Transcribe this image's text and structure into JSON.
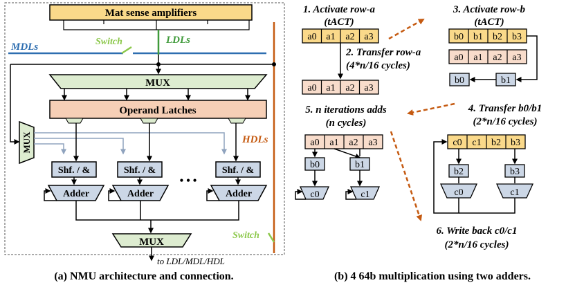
{
  "arch": {
    "sense_amp": "Mat sense amplifiers",
    "mdls": "MDLs",
    "ldls": "LDLs",
    "switch_top": "Switch",
    "switch_bottom": "Switch",
    "hdls": "HDLs",
    "mux_top": "MUX",
    "operand_latches": "Operand Latches",
    "mux_side": "MUX",
    "shf_and": "Shf. / &",
    "adder": "Adder",
    "ellipsis": "• • •",
    "mux_bottom": "MUX",
    "output_to": "to LDL/MDL/HDL",
    "caption": "(a) NMU architecture and connection."
  },
  "mult": {
    "step1_line1": "1. Activate row-a",
    "step1_line2": "(tACT)",
    "step2_line1": "2. Transfer row-a",
    "step2_line2": "(4*n/16 cycles)",
    "step3_line1": "3. Activate row-b",
    "step3_line2": "(tACT)",
    "step4_line1": "4. Transfer b0/b1",
    "step4_line2": "(2*n/16 cycles)",
    "step5_line1": "5. n iterations adds",
    "step5_line2": "(n cycles)",
    "step6_line1": "6. Write back c0/c1",
    "step6_line2": "(2*n/16 cycles)",
    "row_a": [
      "a0",
      "a1",
      "a2",
      "a3"
    ],
    "row_b": [
      "b0",
      "b1",
      "b2",
      "b3"
    ],
    "row_c": [
      "c0",
      "c1",
      "b2",
      "b3"
    ],
    "b0": "b0",
    "b1": "b1",
    "b2": "b2",
    "b3": "b3",
    "c0": "c0",
    "c1": "c1",
    "caption": "(b) 4 64b multiplication using two adders."
  },
  "colors": {
    "yellow": "#FAD98A",
    "peach": "#F8DCCB",
    "latch": "#F6CFB6",
    "green": "#DDECD0",
    "blue_box": "#CCD7E6",
    "mdl_blue": "#2E6EB0",
    "ldl_green": "#3F9A3A",
    "switch_green": "#8CC84B",
    "hdl_orange": "#C55A11",
    "gray_line": "#8FA3BE"
  }
}
